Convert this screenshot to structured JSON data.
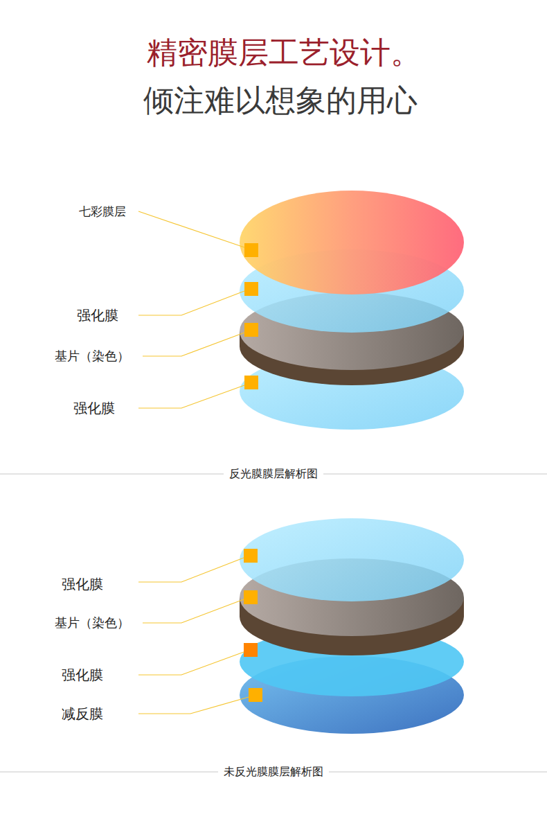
{
  "diagram": {
    "title": "精密膜层工艺设计。",
    "labels": [
      "倾注难以想象的用心",
      "七彩膜层",
      "强化膜",
      "基片（染色）",
      "强化膜",
      "反光膜膜层解析图",
      "强化膜",
      "基片（染色）",
      "强化膜",
      "减反膜",
      "未反光膜膜层解析图"
    ]
  }
}
